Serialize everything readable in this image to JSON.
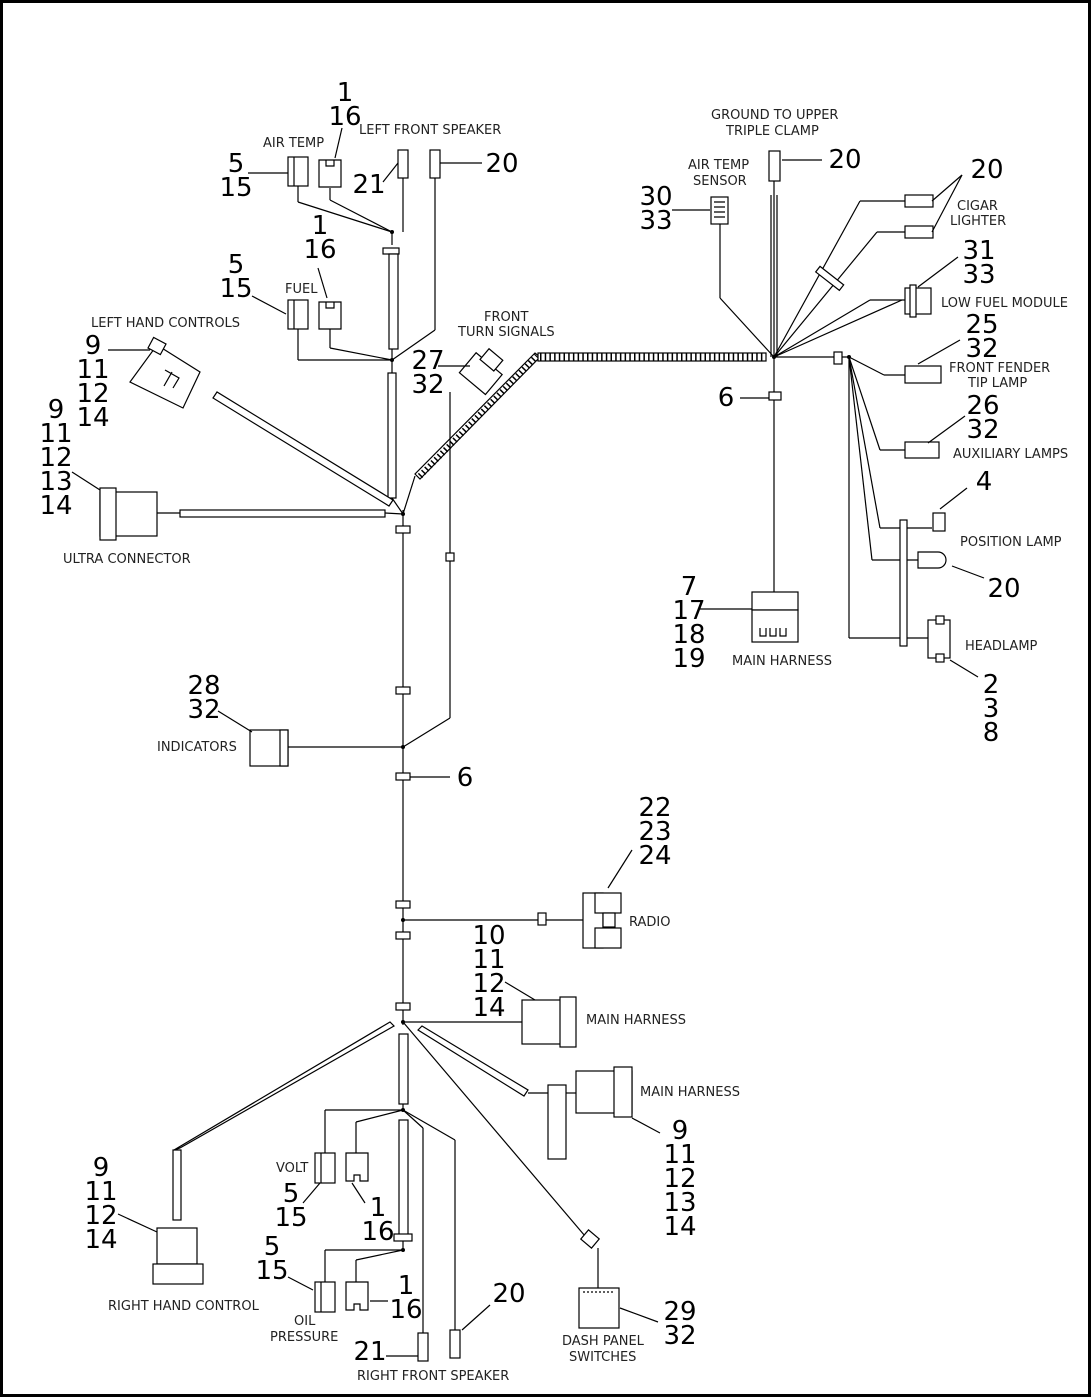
{
  "labels": {
    "air_temp": "AIR TEMP",
    "left_front_speaker": "LEFT FRONT SPEAKER",
    "fuel": "FUEL",
    "left_hand_controls": "LEFT HAND CONTROLS",
    "front_turn_signals_1": "FRONT",
    "front_turn_signals_2": "TURN SIGNALS",
    "ultra_connector": "ULTRA CONNECTOR",
    "indicators": "INDICATORS",
    "ground_1": "GROUND TO UPPER",
    "ground_2": "TRIPLE CLAMP",
    "air_temp_sensor_1": "AIR TEMP",
    "air_temp_sensor_2": "SENSOR",
    "cigar_1": "CIGAR",
    "cigar_2": "LIGHTER",
    "low_fuel_module": "LOW FUEL MODULE",
    "front_fender_1": "FRONT FENDER",
    "front_fender_2": "TIP LAMP",
    "auxiliary_lamps": "AUXILIARY LAMPS",
    "position_lamp": "POSITION LAMP",
    "headlamp": "HEADLAMP",
    "main_harness_top": "MAIN HARNESS",
    "radio": "RADIO",
    "main_harness_mid": "MAIN HARNESS",
    "main_harness_low": "MAIN HARNESS",
    "volt": "VOLT",
    "oil_1": "OIL",
    "oil_2": "PRESSURE",
    "right_hand_control": "RIGHT HAND CONTROL",
    "dash_1": "DASH PANEL",
    "dash_2": "SWITCHES",
    "right_front_speaker": "RIGHT FRONT SPEAKER"
  },
  "callouts": {
    "air_temp": [
      "5",
      "15"
    ],
    "air_temp_conn": [
      "1",
      "16"
    ],
    "lf_speaker_left": [
      "21"
    ],
    "lf_speaker_right": [
      "20"
    ],
    "fuel": [
      "5",
      "15"
    ],
    "fuel_conn": [
      "1",
      "16"
    ],
    "left_hand": [
      "9",
      "11",
      "12",
      "14"
    ],
    "ultra": [
      "9",
      "11",
      "12",
      "13",
      "14"
    ],
    "turn_signals": [
      "27",
      "32"
    ],
    "indicators": [
      "28",
      "32"
    ],
    "clip_left": [
      "6"
    ],
    "air_temp_sensor": [
      "30",
      "33"
    ],
    "ground": [
      "20"
    ],
    "cigar": [
      "20"
    ],
    "low_fuel": [
      "31",
      "33"
    ],
    "fender": [
      "25",
      "32"
    ],
    "clip_right": [
      "6"
    ],
    "aux": [
      "26",
      "32"
    ],
    "position": [
      "4"
    ],
    "position_bulb": [
      "20"
    ],
    "main_top": [
      "7",
      "17",
      "18",
      "19"
    ],
    "headlamp": [
      "2",
      "3",
      "8"
    ],
    "radio": [
      "22",
      "23",
      "24"
    ],
    "main_mid": [
      "10",
      "11",
      "12",
      "14"
    ],
    "main_low": [
      "9",
      "11",
      "12",
      "13",
      "14"
    ],
    "right_hand": [
      "9",
      "11",
      "12",
      "14"
    ],
    "volt": [
      "5",
      "15"
    ],
    "volt_conn": [
      "1",
      "16"
    ],
    "oil": [
      "5",
      "15"
    ],
    "oil_conn": [
      "1",
      "16"
    ],
    "rf_left": [
      "21"
    ],
    "rf_right": [
      "20"
    ],
    "dash": [
      "29",
      "32"
    ]
  }
}
